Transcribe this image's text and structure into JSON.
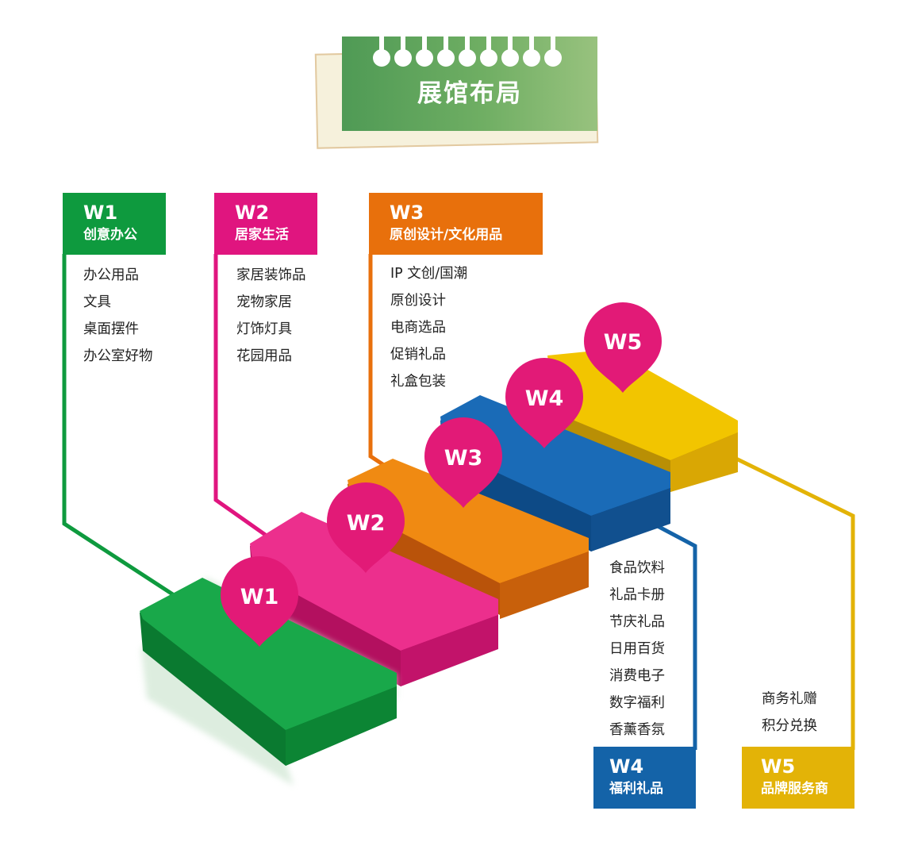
{
  "title": "展馆布局",
  "colors": {
    "W1": "#0e9a3e",
    "W2": "#e0157f",
    "W3": "#e8700c",
    "W4": "#1463a8",
    "W5": "#e3b307",
    "pin": "#e21a77",
    "plaque": "#5aa35b"
  },
  "halls": [
    {
      "code": "W1",
      "name": "创意办公",
      "items": [
        "办公用品",
        "文具",
        "桌面摆件",
        "办公室好物"
      ]
    },
    {
      "code": "W2",
      "name": "居家生活",
      "items": [
        "家居装饰品",
        "宠物家居",
        "灯饰灯具",
        "花园用品"
      ]
    },
    {
      "code": "W3",
      "name": "原创设计/文化用品",
      "items": [
        "IP 文创/国潮",
        "原创设计",
        "电商选品",
        "促销礼品",
        "礼盒包装"
      ]
    },
    {
      "code": "W4",
      "name": "福利礼品",
      "items": [
        "食品饮料",
        "礼品卡册",
        "节庆礼品",
        "日用百货",
        "消费电子",
        "数字福利",
        "香薰香氛"
      ]
    },
    {
      "code": "W5",
      "name": "品牌服务商",
      "items": [
        "商务礼赠",
        "积分兑换"
      ]
    }
  ],
  "pins": [
    "W1",
    "W2",
    "W3",
    "W4",
    "W5"
  ]
}
